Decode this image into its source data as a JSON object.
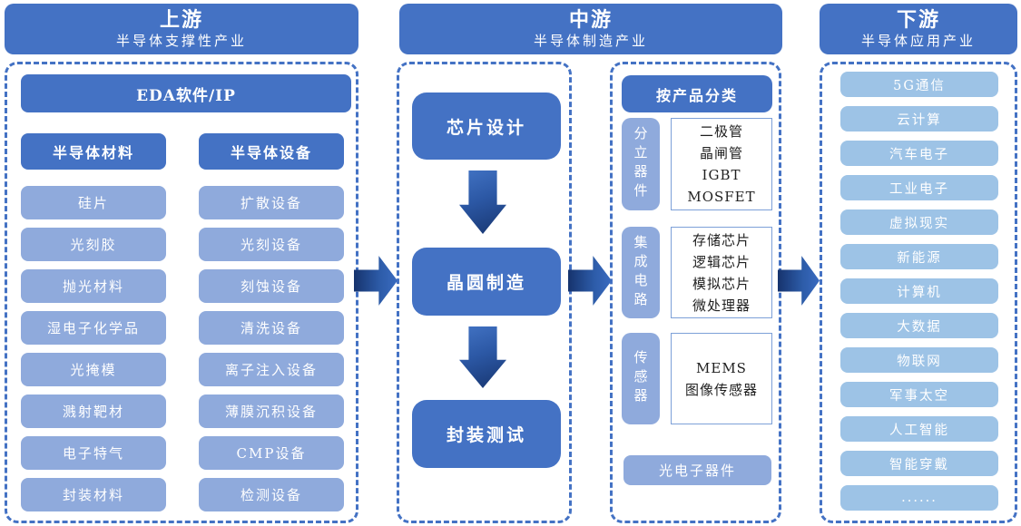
{
  "upstream": {
    "title": "上游",
    "subtitle": "半导体支撑性产业",
    "eda": "EDA软件/IP",
    "materials_header": "半导体材料",
    "materials": [
      "硅片",
      "光刻胶",
      "抛光材料",
      "湿电子化学品",
      "光掩模",
      "溅射靶材",
      "电子特气",
      "封装材料"
    ],
    "equipment_header": "半导体设备",
    "equipment": [
      "扩散设备",
      "光刻设备",
      "刻蚀设备",
      "清洗设备",
      "离子注入设备",
      "薄膜沉积设备",
      "CMP设备",
      "检测设备"
    ]
  },
  "midstream": {
    "title": "中游",
    "subtitle": "半导体制造产业",
    "flow": [
      "芯片设计",
      "晶圆制造",
      "封装测试"
    ],
    "classification_header": "按产品分类",
    "groups": [
      {
        "label": "分立器件",
        "items": [
          "二极管",
          "晶闸管",
          "IGBT",
          "MOSFET"
        ]
      },
      {
        "label": "集成电路",
        "items": [
          "存储芯片",
          "逻辑芯片",
          "模拟芯片",
          "微处理器"
        ]
      },
      {
        "label": "传感器",
        "items": [
          "MEMS",
          "图像传感器"
        ]
      }
    ],
    "optoelectronics": "光电子器件"
  },
  "downstream": {
    "title": "下游",
    "subtitle": "半导体应用产业",
    "items": [
      "5G通信",
      "云计算",
      "汽车电子",
      "工业电子",
      "虚拟现实",
      "新能源",
      "计算机",
      "大数据",
      "物联网",
      "军事太空",
      "人工智能",
      "智能穿戴",
      "......"
    ]
  },
  "colors": {
    "primary_blue": "#4472C4",
    "light_blue": "#8FAADC",
    "sky_blue": "#9DC3E6",
    "arrow_dark": "#16336D",
    "arrow_light": "#3A6BC0",
    "dashed_border": "#4472C4",
    "detail_box_border": "#7DA0D8"
  }
}
